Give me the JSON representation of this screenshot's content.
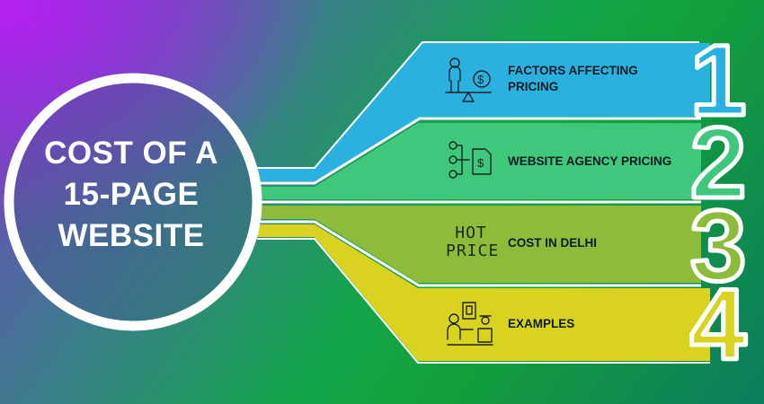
{
  "title_lines": [
    "COST OF A",
    "15-PAGE",
    "WEBSITE"
  ],
  "items": [
    {
      "number": "1",
      "label_lines": [
        "FACTORS AFFECTING",
        "PRICING"
      ],
      "icon": "person-with-dollar-on-scale-icon",
      "color": "#2bb1e0"
    },
    {
      "number": "2",
      "label_lines": [
        "WEBSITE AGENCY PRICING"
      ],
      "icon": "flow-to-dollar-document-icon",
      "color": "#3fc87c"
    },
    {
      "number": "3",
      "label_lines": [
        "COST IN DELHI"
      ],
      "icon": "hot-price-text-icon",
      "icon_text": [
        "HOT",
        "PRICE"
      ],
      "color": "#8cbc3a"
    },
    {
      "number": "4",
      "label_lines": [
        "EXAMPLES"
      ],
      "icon": "customer-and-merchant-icon",
      "color": "#d9d31f"
    }
  ]
}
